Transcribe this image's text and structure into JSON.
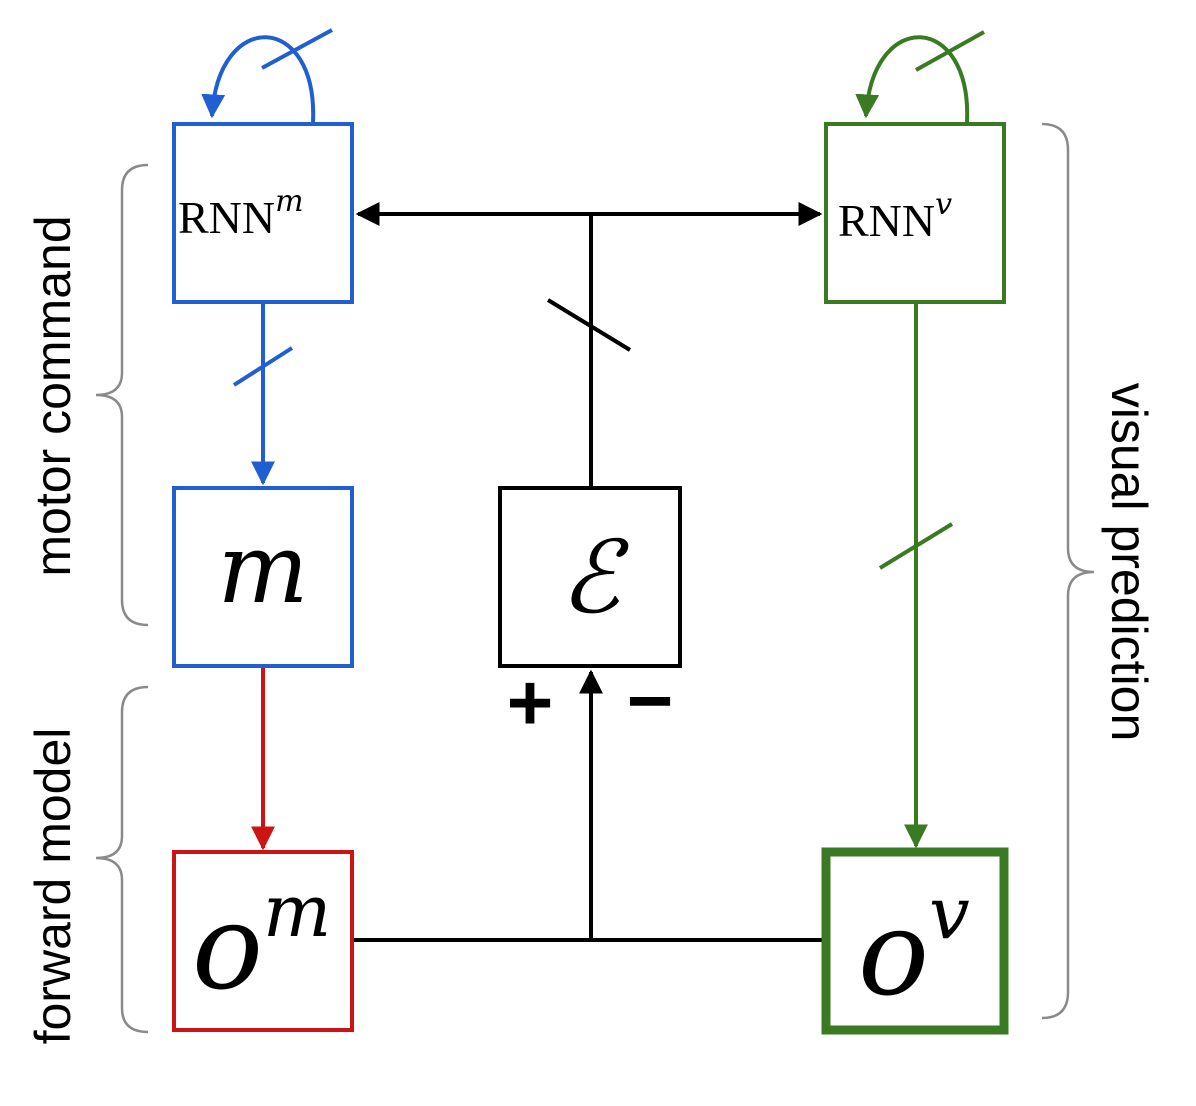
{
  "colors": {
    "motor": "#1f5fd1",
    "visual": "#3a7a22",
    "forward": "#cc1414",
    "error": "#000000",
    "brace": "#8a8a8a",
    "background": "#ffffff"
  },
  "nodes": {
    "rnn_m": {
      "base": "RNN",
      "sup": "m"
    },
    "rnn_v": {
      "base": "RNN",
      "sup": "v"
    },
    "m": {
      "symbol": "m"
    },
    "error": {
      "symbol": "ℰ"
    },
    "o_m": {
      "base": "o",
      "sup": "m"
    },
    "o_v": {
      "base": "o",
      "sup": "v"
    }
  },
  "signs": {
    "plus": "+",
    "minus": "−"
  },
  "braces": {
    "motor_command": "motor command",
    "forward_model": "forward model",
    "visual_prediction": "visual prediction"
  }
}
